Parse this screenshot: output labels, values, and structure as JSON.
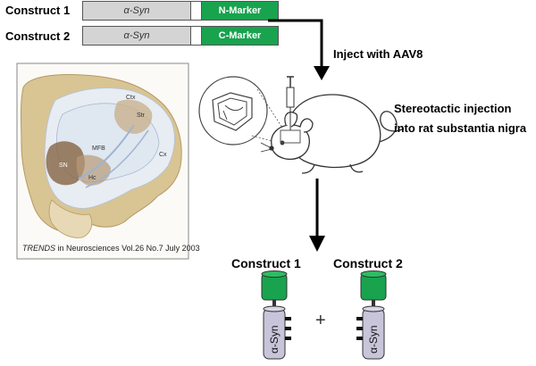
{
  "constructs": [
    {
      "label": "Construct 1",
      "syn_label": "α-Syn",
      "marker_label": "N-Marker"
    },
    {
      "label": "Construct 2",
      "syn_label": "α-Syn",
      "marker_label": "C-Marker"
    }
  ],
  "steps": {
    "inject_label": "Inject with AAV8",
    "stereotactic_label": "Stereotactic injection into rat substantia nigra"
  },
  "brain_image": {
    "labels": [
      "Ctx",
      "Str",
      "MFB",
      "SN",
      "Hc",
      "Cx"
    ],
    "caption_journal": "TRENDS",
    "caption_rest": "in Neurosciences  Vol.26 No.7 July 2003"
  },
  "outcome": {
    "construct1_label": "Construct 1",
    "construct2_label": "Construct 2",
    "plus": "+",
    "syn_text": "α-Syn"
  },
  "colors": {
    "marker_green": "#19a34f",
    "syn_gray": "#d4d4d4",
    "tube_blue_gray": "#c8c5da"
  }
}
